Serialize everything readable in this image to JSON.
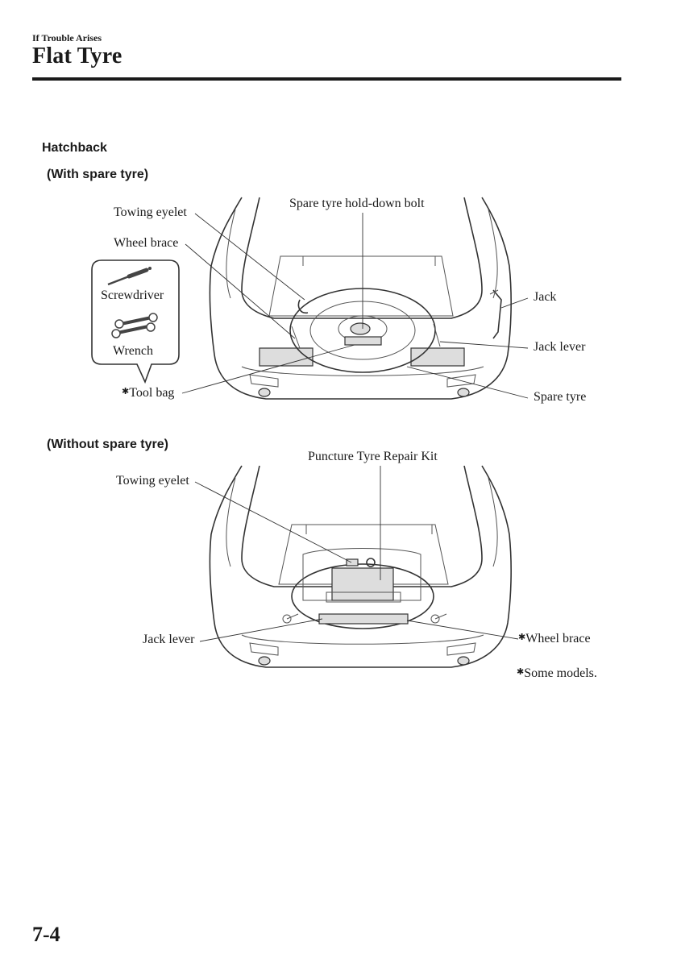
{
  "header": {
    "section": "If Trouble Arises",
    "title": "Flat Tyre"
  },
  "content": {
    "heading": "Hatchback",
    "with_spare": {
      "subheading": "(With spare tyre)",
      "labels": {
        "towing_eyelet": "Towing eyelet",
        "wheel_brace": "Wheel brace",
        "spare_bolt": "Spare tyre hold-down bolt",
        "jack": "Jack",
        "jack_lever": "Jack lever",
        "spare_tyre": "Spare tyre",
        "screwdriver": "Screwdriver",
        "wrench": "Wrench",
        "tool_bag_star": "✱",
        "tool_bag": "Tool bag"
      }
    },
    "without_spare": {
      "subheading": "(Without spare tyre)",
      "labels": {
        "repair_kit": "Puncture Tyre Repair Kit",
        "towing_eyelet": "Towing eyelet",
        "jack_lever": "Jack lever",
        "wheel_brace_star": "✱",
        "wheel_brace": "Wheel brace"
      }
    },
    "footnote_star": "✱",
    "footnote": "Some models."
  },
  "footer": {
    "page_number": "7-4"
  }
}
